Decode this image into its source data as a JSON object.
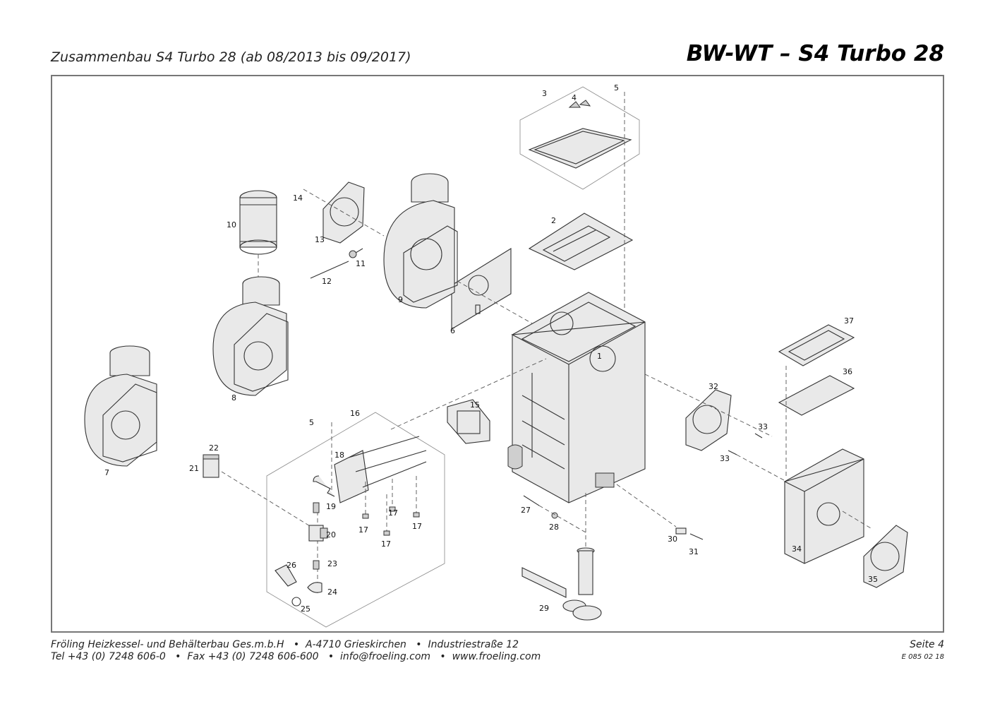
{
  "header": {
    "subtitle": "Zusammenbau S4 Turbo 28 (ab 08/2013 bis 09/2017)",
    "title": "BW-WT – S4 Turbo 28"
  },
  "footer": {
    "line1": "Fröling Heizkessel- und Behälterbau Ges.m.b.H   •  A-4710 Grieskirchen   •  Industriestraße 12",
    "line2": "Tel +43 (0) 7248 606-0   •  Fax +43 (0) 7248 606-600   •  info@froeling.com   •  www.froeling.com",
    "page": "Seite 4",
    "code": "E 085 02 18"
  },
  "callouts": [
    "1",
    "2",
    "3",
    "4",
    "5",
    "5",
    "6",
    "7",
    "8",
    "9",
    "10",
    "11",
    "12",
    "13",
    "14",
    "15",
    "16",
    "17",
    "17",
    "17",
    "17",
    "18",
    "19",
    "20",
    "21",
    "22",
    "23",
    "24",
    "25",
    "26",
    "27",
    "28",
    "29",
    "30",
    "31",
    "32",
    "33",
    "33",
    "34",
    "35",
    "36",
    "37"
  ]
}
